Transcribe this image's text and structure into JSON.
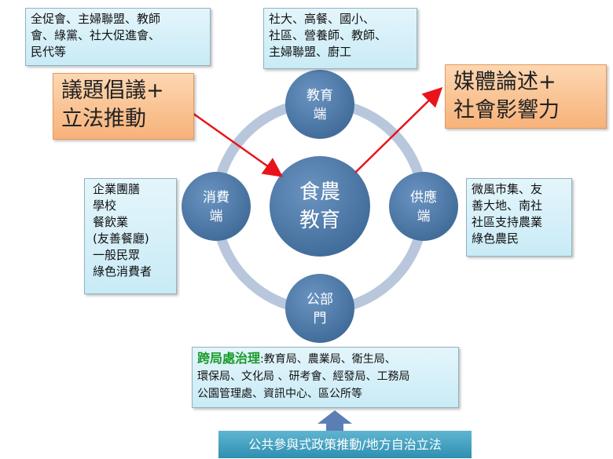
{
  "center": {
    "lines": [
      "食農",
      "教育"
    ]
  },
  "nodes": {
    "top": {
      "lines": [
        "教育",
        "端"
      ]
    },
    "left": {
      "lines": [
        "消費",
        "端"
      ]
    },
    "right": {
      "lines": [
        "供應",
        "端"
      ]
    },
    "bottom": {
      "lines": [
        "公部",
        "門"
      ]
    }
  },
  "boxes": {
    "top_left": {
      "lines": [
        "全促會、主婦聯盟、教師",
        "會、綠黨、社大促進會、",
        "民代等"
      ]
    },
    "top_center": {
      "lines": [
        "社大、高餐、國小、",
        "社區、營養師、教師、",
        "主婦聯盟、廚工"
      ]
    },
    "left_mid": {
      "lines": [
        "企業團膳",
        "學校",
        "餐飲業",
        "(友善餐廳)",
        "一般民眾",
        "綠色消費者"
      ]
    },
    "right_mid": {
      "lines": [
        "微風市集、友",
        "善大地、南社",
        "社區支持農業",
        "綠色農民"
      ]
    },
    "bottom": {
      "highlight": "跨局處治理",
      "line1": ":教育局、農業局、衛生局、",
      "line2": "環保局、文化局 、研考會、經發局、工務局",
      "line3": "公園管理處、資訊中心、區公所等"
    }
  },
  "orange_boxes": {
    "advocacy": {
      "lines": [
        "議題倡議+",
        "立法推動"
      ]
    },
    "media": {
      "lines": [
        "媒體論述+",
        "社會影響力"
      ]
    }
  },
  "footer": {
    "label": "公共參與式政策推動/地方自治立法"
  },
  "colors": {
    "node": "#4f79a8",
    "ring": "#b9c7dc",
    "arrow_red": "#e8141c",
    "arrow_up": "#5b7fb4"
  }
}
